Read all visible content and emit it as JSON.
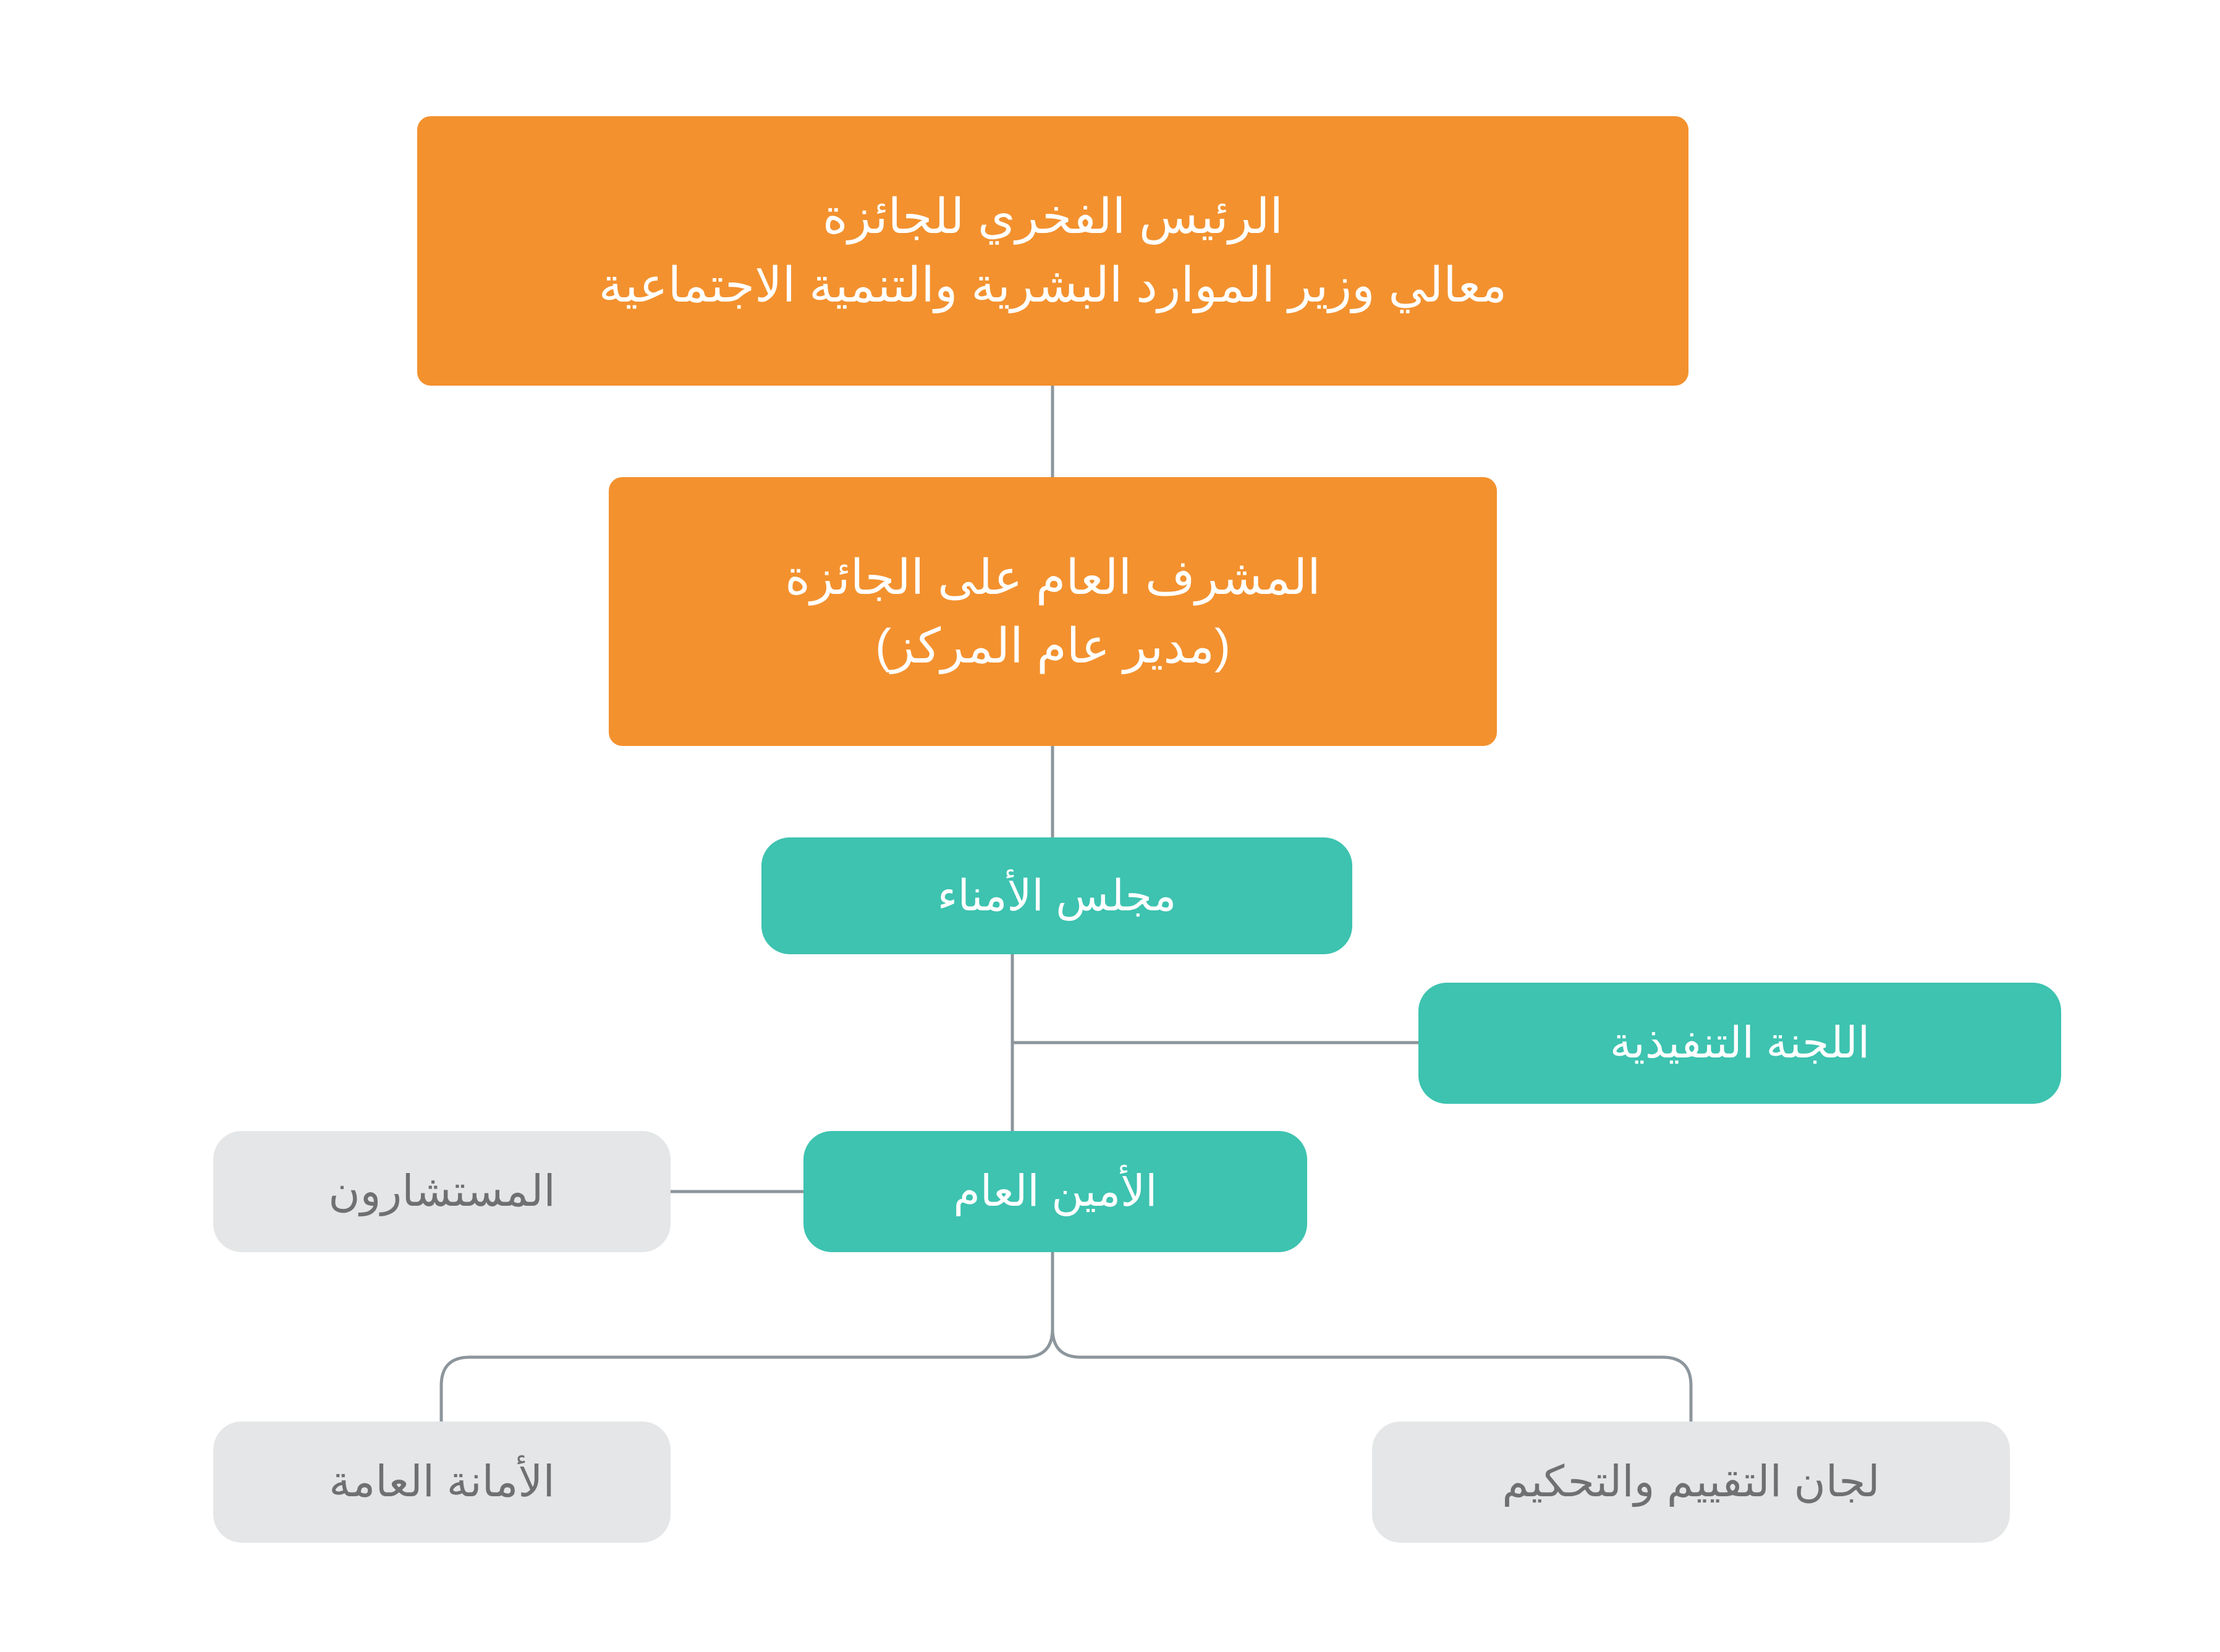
{
  "chart_data": {
    "type": "diagram",
    "subtype": "organizational-chart",
    "title": "",
    "direction": "rtl",
    "colors": {
      "background": "#ffffff",
      "orange": "#f3912e",
      "teal": "#3dc3b0",
      "gray": "#e4e6e7",
      "gray_text": "#6e7072",
      "white_text": "#ffffff",
      "connector": "#8c969c"
    },
    "nodes": [
      {
        "id": "honorary-president",
        "level": 1,
        "style": "orange",
        "lines": [
          "الرئيس الفخري للجائزة",
          "معالي وزير الموارد البشرية والتنمية الاجتماعية"
        ]
      },
      {
        "id": "general-supervisor",
        "level": 2,
        "style": "orange",
        "lines": [
          "المشرف العام على الجائزة",
          "(مدير عام المركز)"
        ]
      },
      {
        "id": "board-of-trustees",
        "level": 3,
        "style": "teal",
        "lines": [
          "مجلس الأمناء"
        ]
      },
      {
        "id": "executive-committee",
        "level": 4,
        "style": "teal",
        "lines": [
          "اللجنة التنفيذية"
        ]
      },
      {
        "id": "secretary-general",
        "level": 5,
        "style": "teal",
        "lines": [
          "الأمين العام"
        ]
      },
      {
        "id": "advisors",
        "level": 5,
        "style": "gray",
        "lines": [
          "المستشارون"
        ]
      },
      {
        "id": "general-secretariat",
        "level": 6,
        "style": "gray",
        "lines": [
          "الأمانة العامة"
        ]
      },
      {
        "id": "evaluation-committees",
        "level": 6,
        "style": "gray",
        "lines": [
          "لجان التقييم والتحكيم"
        ]
      }
    ],
    "edges": [
      {
        "from": "honorary-president",
        "to": "general-supervisor"
      },
      {
        "from": "general-supervisor",
        "to": "board-of-trustees"
      },
      {
        "from": "board-of-trustees",
        "to": "executive-committee"
      },
      {
        "from": "board-of-trustees",
        "to": "secretary-general"
      },
      {
        "from": "secretary-general",
        "to": "advisors"
      },
      {
        "from": "secretary-general",
        "to": "general-secretariat"
      },
      {
        "from": "secretary-general",
        "to": "evaluation-committees"
      }
    ]
  },
  "nodes": {
    "honorary_president": {
      "line1": "الرئيس الفخري للجائزة",
      "line2": "معالي وزير الموارد البشرية والتنمية الاجتماعية"
    },
    "general_supervisor": {
      "line1": "المشرف العام على الجائزة",
      "line2": "(مدير عام المركز)"
    },
    "board_of_trustees": {
      "label": "مجلس الأمناء"
    },
    "executive_committee": {
      "label": "اللجنة التنفيذية"
    },
    "secretary_general": {
      "label": "الأمين العام"
    },
    "advisors": {
      "label": "المستشارون"
    },
    "general_secretariat": {
      "label": "الأمانة العامة"
    },
    "evaluation_committees": {
      "label": "لجان التقييم والتحكيم"
    }
  }
}
